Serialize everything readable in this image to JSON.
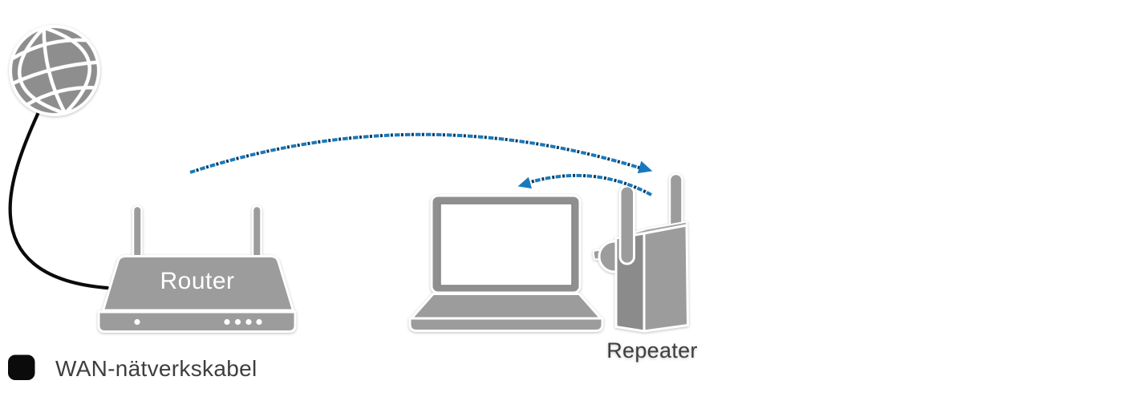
{
  "diagram": {
    "nodes": {
      "internet": {
        "icon": "globe-icon"
      },
      "router": {
        "label": "Router"
      },
      "laptop": {
        "icon": "laptop-icon"
      },
      "repeater": {
        "label": "Repeater"
      }
    },
    "legend": {
      "label": "WAN-nätverkskabel"
    },
    "connections": [
      {
        "from": "internet",
        "to": "router",
        "type": "WAN cable",
        "style": "solid-black"
      },
      {
        "from": "router",
        "to": "repeater",
        "type": "wireless link",
        "style": "dashed-blue-arrow"
      },
      {
        "from": "repeater",
        "to": "laptop",
        "type": "wireless link",
        "style": "dashed-blue-arrow"
      }
    ],
    "colors": {
      "globe_gray": "#8e8e8e",
      "gray_mid": "#9c9c9c",
      "gray_frame": "#8f8f8f",
      "gray_dark": "#8b8b8b",
      "gray_light": "#a7a7a7",
      "outline_white": "#ffffff",
      "wifi_blue": "#1779be",
      "wifi_blue_dark": "#123a58",
      "cable_black": "#0b0b0b",
      "label_text": "#3e3e3e",
      "router_label": "#ffffff",
      "screen_white": "#ffffff"
    }
  }
}
